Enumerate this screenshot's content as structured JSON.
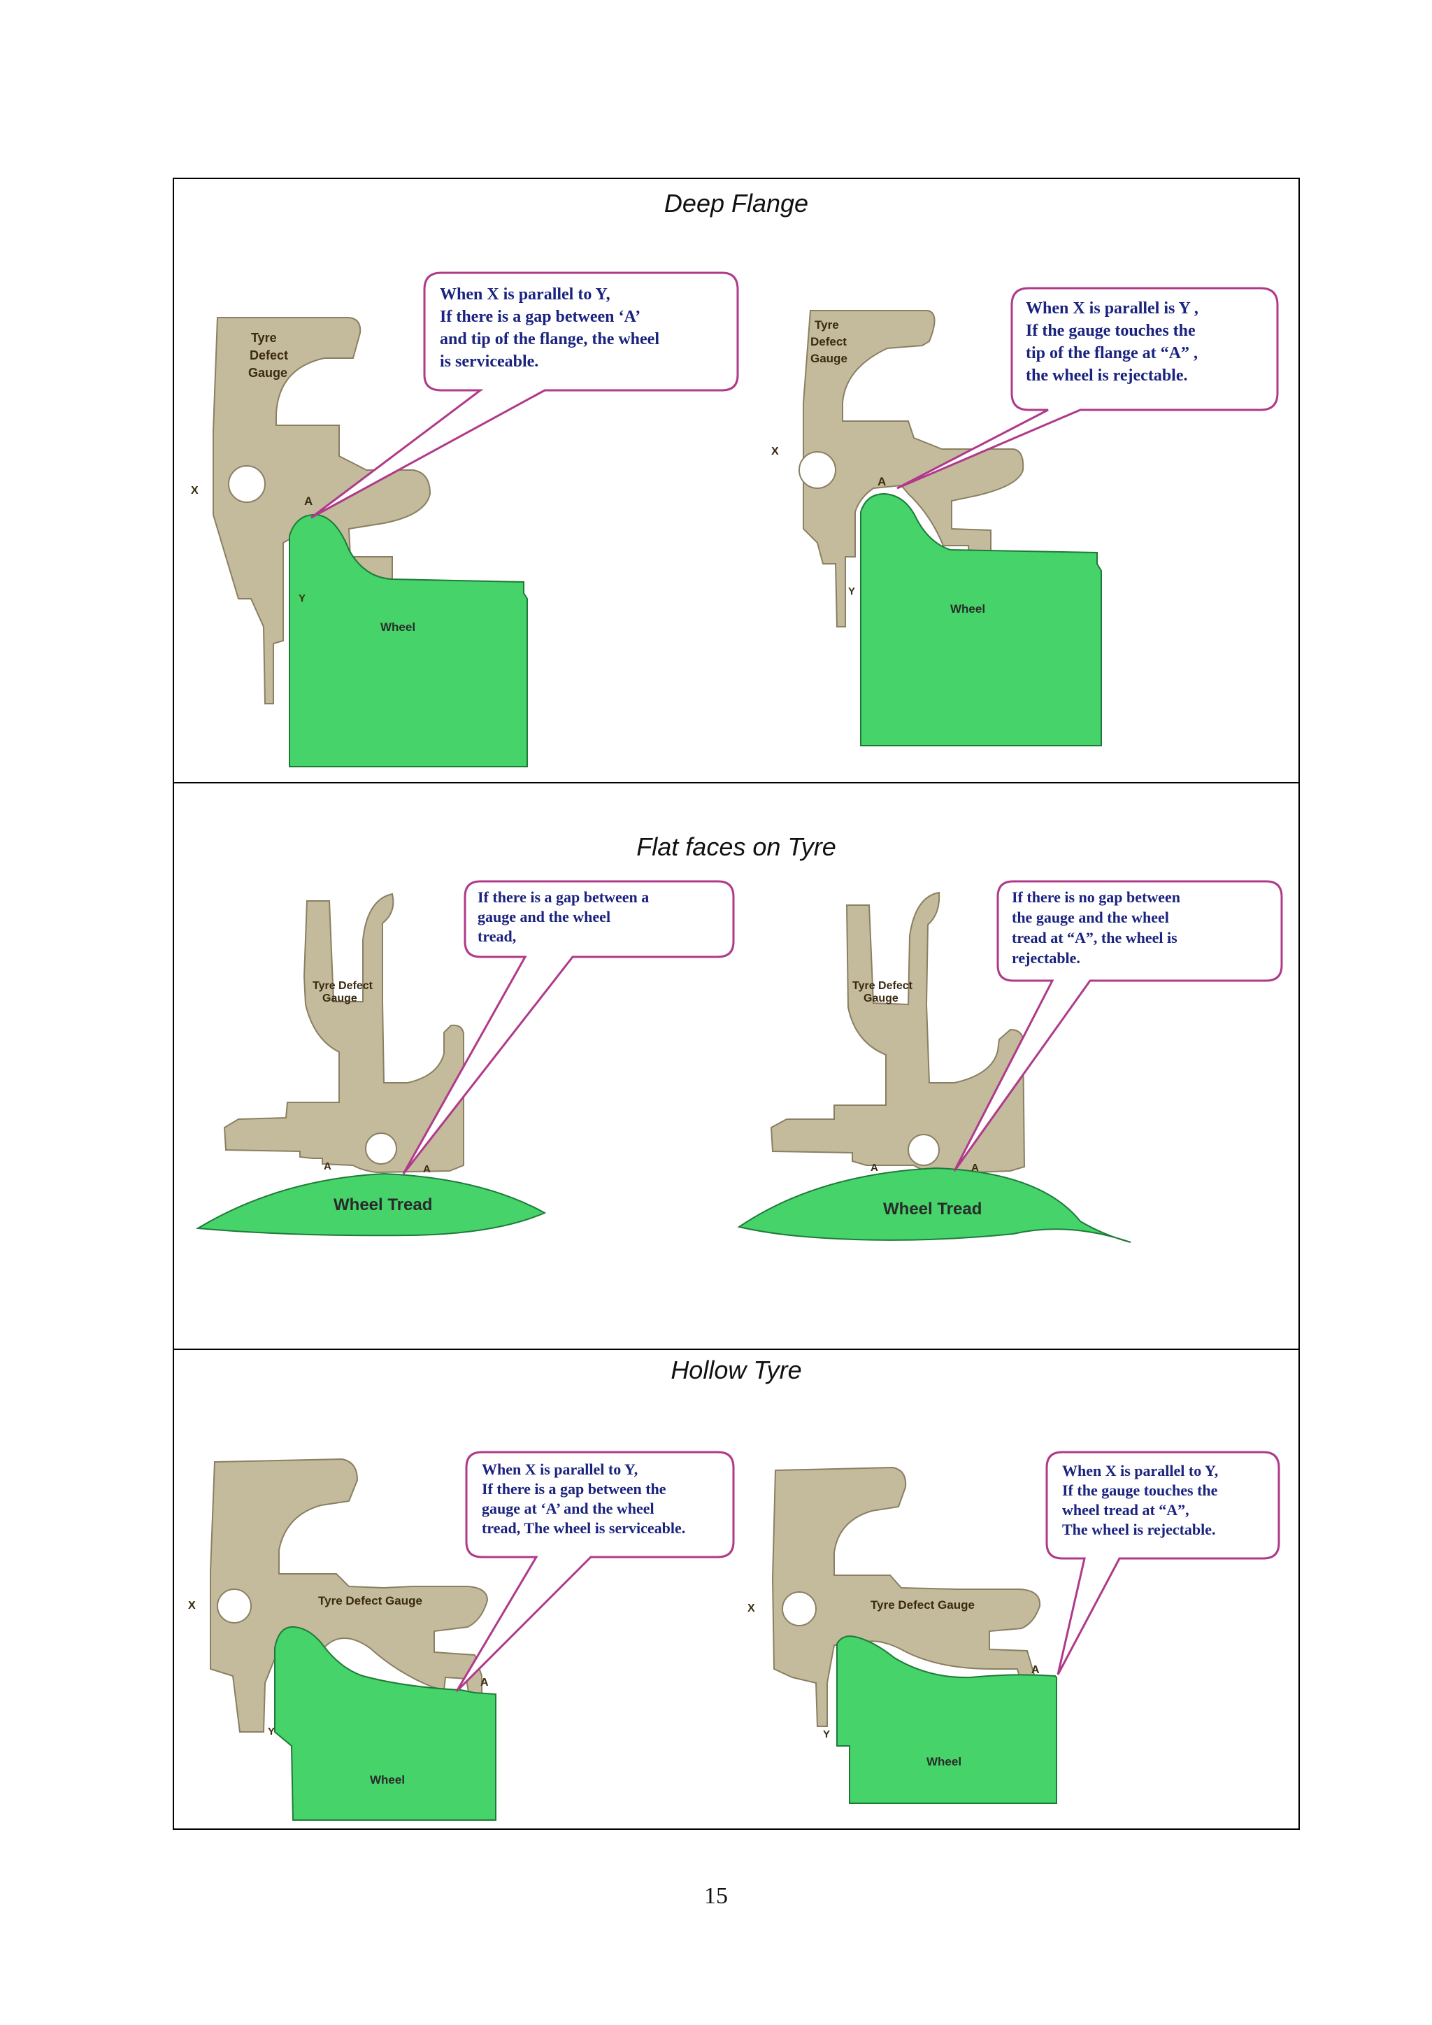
{
  "sections": {
    "deep_flange": {
      "title": "Deep Flange",
      "left": {
        "gauge_label": [
          "Tyre",
          "Defect",
          "Gauge"
        ],
        "x_label": "X",
        "y_label": "Y",
        "a_label": "A",
        "wheel_label": "Wheel",
        "bubble": [
          "When X is parallel to Y,",
          "If there is a gap between ‘A’",
          "and tip of the flange, the wheel",
          "is serviceable."
        ]
      },
      "right": {
        "gauge_label": [
          "Tyre",
          "Defect",
          "Gauge"
        ],
        "x_label": "X",
        "y_label": "Y",
        "a_label": "A",
        "wheel_label": "Wheel",
        "bubble": [
          "When X is parallel is Y ,",
          "If the gauge touches the",
          "tip of the flange at “A” ,",
          "the wheel is  rejectable."
        ]
      }
    },
    "flat_faces": {
      "title": "Flat faces on Tyre",
      "left": {
        "gauge_label": [
          "Tyre Defect",
          "Gauge"
        ],
        "a_label": "A",
        "tread_label": "Wheel Tread",
        "bubble": [
          "If there is a gap between a",
          "gauge and the wheel",
          "tread,"
        ]
      },
      "right": {
        "gauge_label": [
          "Tyre Defect",
          "Gauge"
        ],
        "a_label": "A",
        "tread_label": "Wheel Tread",
        "bubble": [
          "If there is no gap between",
          "the gauge and the wheel",
          "tread at “A”, the wheel is",
          "rejectable."
        ]
      }
    },
    "hollow_tyre": {
      "title": "Hollow Tyre",
      "left": {
        "gauge_label": "Tyre Defect Gauge",
        "x_label": "X",
        "y_label": "Y",
        "a_label": "A",
        "wheel_label": "Wheel",
        "bubble": [
          "When X is parallel to Y,",
          "If there is a gap between the",
          "gauge at ‘A’ and the wheel",
          "tread, The wheel is serviceable."
        ]
      },
      "right": {
        "gauge_label": "Tyre Defect Gauge",
        "x_label": "X",
        "y_label": "Y",
        "a_label": "A",
        "wheel_label": "Wheel",
        "bubble": [
          "When X is parallel to Y,",
          "If the gauge touches the",
          "wheel tread at “A”,",
          "The wheel is rejectable."
        ]
      }
    }
  },
  "page_number": "15",
  "colors": {
    "gauge": "#c4bb9c",
    "gauge_stroke": "#8a7f62",
    "wheel": "#45d36a",
    "wheel_stroke": "#1f7a3a",
    "bubble_stroke": "#b03a8a",
    "bubble_text": "#1a237e"
  }
}
